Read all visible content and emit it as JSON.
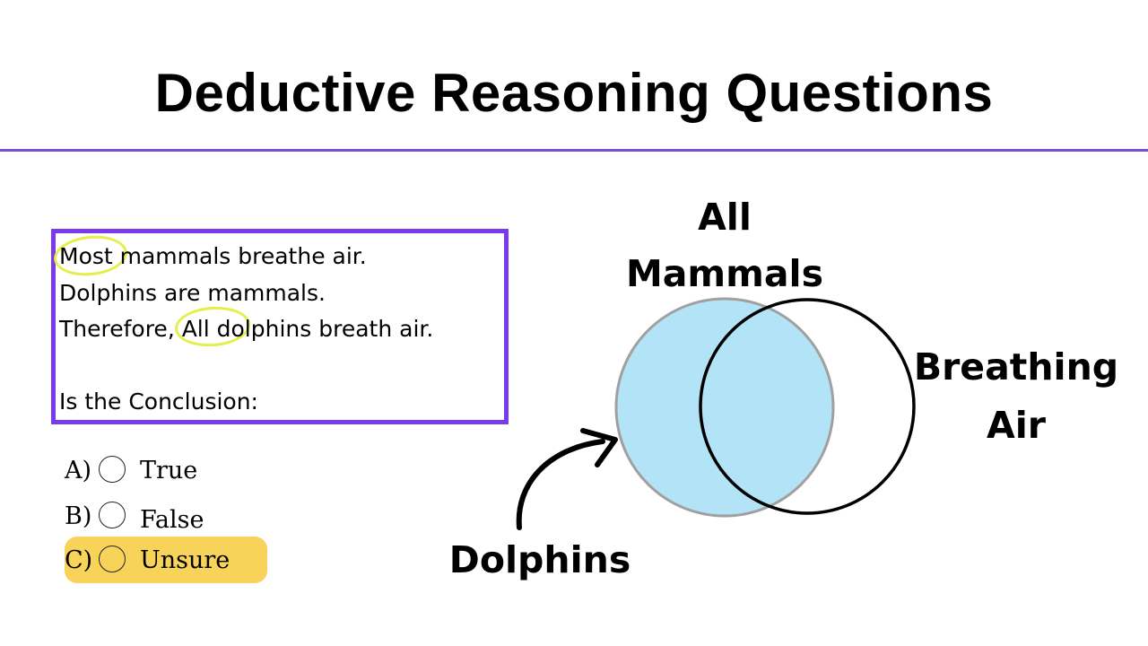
{
  "header": {
    "title": "Deductive Reasoning Questions"
  },
  "question": {
    "lines": [
      "Most mammals breathe air.",
      "Dolphins are mammals.",
      "Therefore, All dolphins breath air."
    ],
    "prompt": "Is the Conclusion:",
    "highlighted_words": [
      "Most",
      "All"
    ]
  },
  "options": [
    {
      "letter": "A)",
      "label": "True",
      "highlighted": false
    },
    {
      "letter": "B)",
      "label": "False",
      "highlighted": false
    },
    {
      "letter": "C)",
      "label": "Unsure",
      "highlighted": true
    }
  ],
  "diagram": {
    "set_a_label_line1": "All",
    "set_a_label_line2": "Mammals",
    "set_b_label_line1": "Breathing",
    "set_b_label_line2": "Air",
    "pointer_label": "Dolphins",
    "colors": {
      "set_a_fill": "#b3e3f7",
      "set_a_stroke": "#a0a0a0",
      "set_b_stroke": "#000000",
      "box_border": "#7c3aed",
      "divider": "#7b4fcf",
      "circle_highlight": "#e3f04a",
      "answer_highlight": "#f7d35a"
    }
  }
}
